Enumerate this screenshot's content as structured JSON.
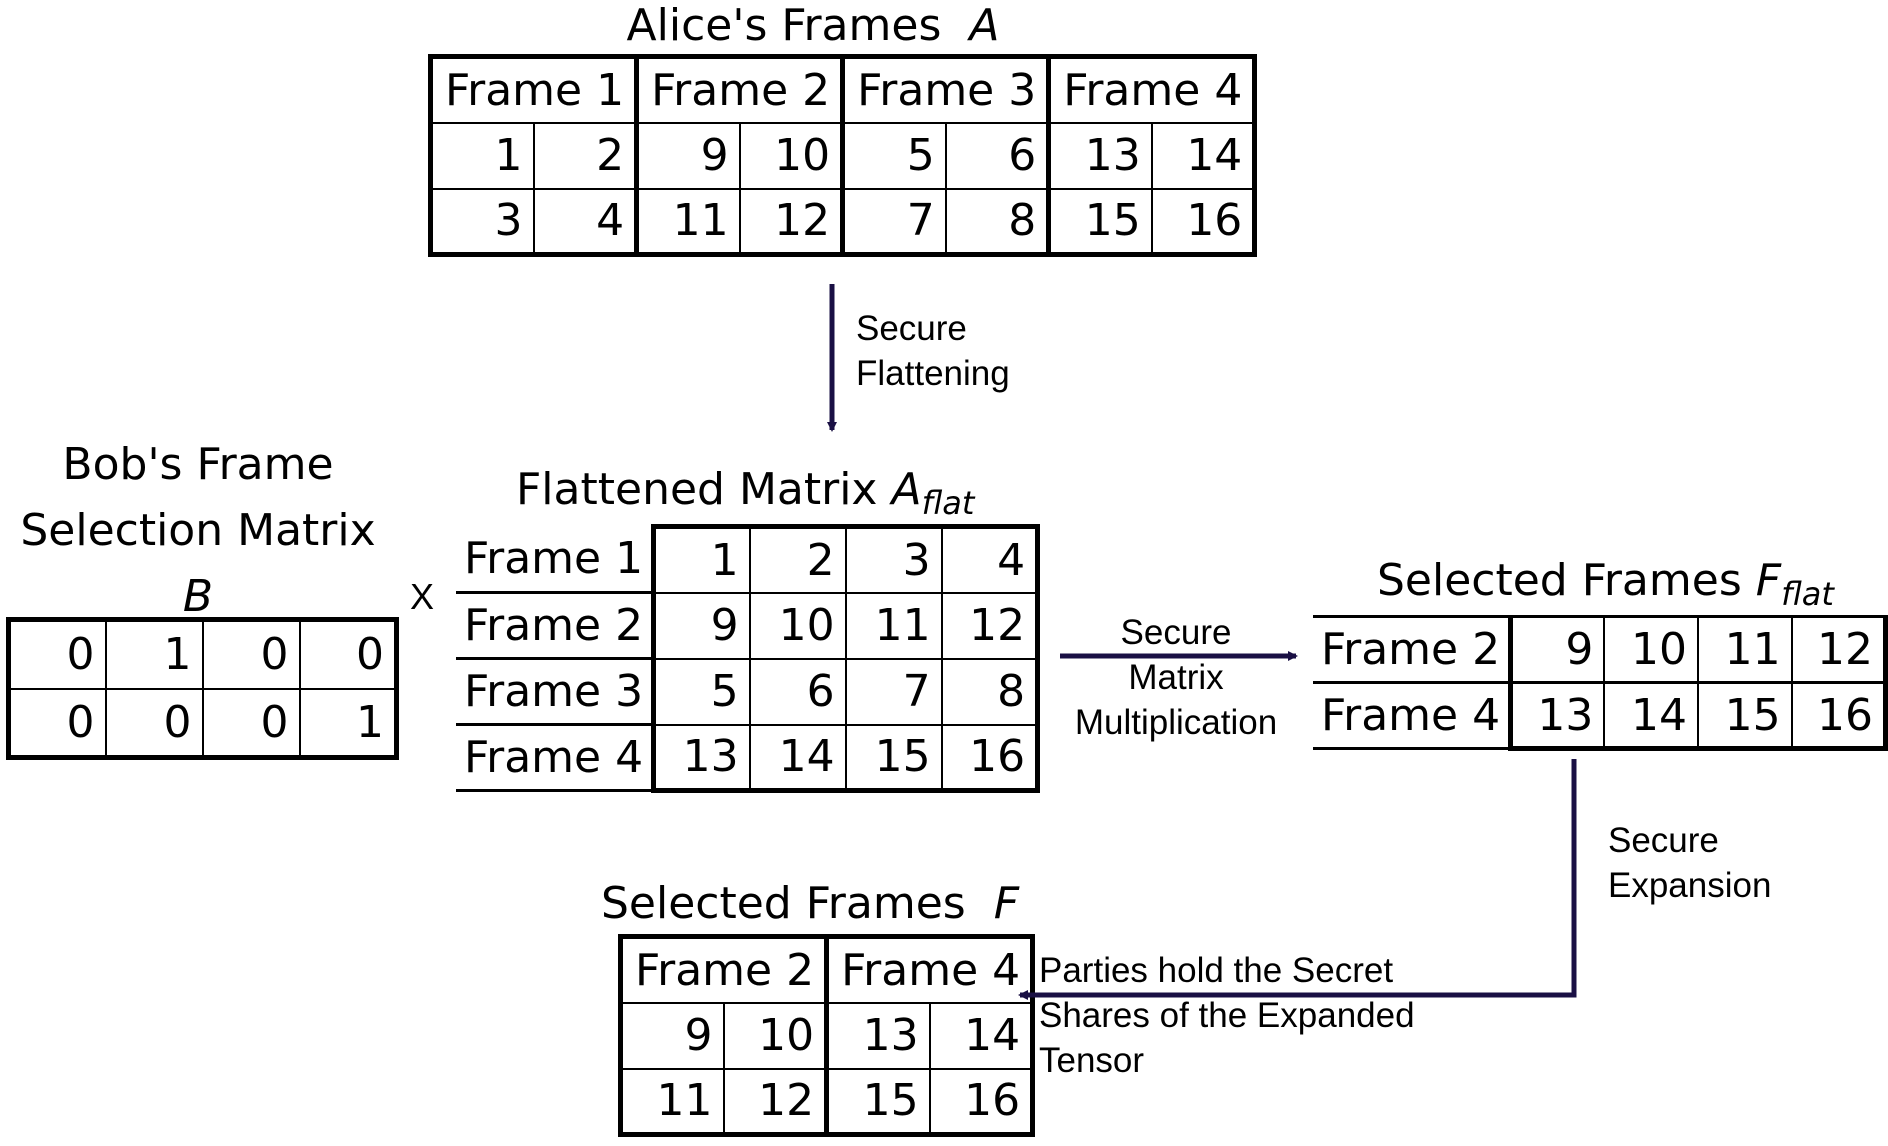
{
  "alice": {
    "title": "Alice's Frames",
    "symbol": "A",
    "headers": [
      "Frame 1",
      "Frame 2",
      "Frame 3",
      "Frame 4"
    ],
    "rows": [
      [
        "1",
        "2",
        "9",
        "10",
        "5",
        "6",
        "13",
        "14"
      ],
      [
        "3",
        "4",
        "11",
        "12",
        "7",
        "8",
        "15",
        "16"
      ]
    ]
  },
  "bob": {
    "title_line1": "Bob's Frame",
    "title_line2": "Selection Matrix",
    "symbol": "B",
    "rows": [
      [
        "0",
        "1",
        "0",
        "0"
      ],
      [
        "0",
        "0",
        "0",
        "1"
      ]
    ]
  },
  "multiply_symbol": "X",
  "flattened": {
    "title": "Flattened Matrix",
    "symbol": "A",
    "subscript": "flat",
    "row_labels": [
      "Frame 1",
      "Frame 2",
      "Frame 3",
      "Frame 4"
    ],
    "rows": [
      [
        "1",
        "2",
        "3",
        "4"
      ],
      [
        "9",
        "10",
        "11",
        "12"
      ],
      [
        "5",
        "6",
        "7",
        "8"
      ],
      [
        "13",
        "14",
        "15",
        "16"
      ]
    ]
  },
  "selected_flat": {
    "title": "Selected Frames",
    "symbol": "F",
    "subscript": "flat",
    "row_labels": [
      "Frame 2",
      "Frame 4"
    ],
    "rows": [
      [
        "9",
        "10",
        "11",
        "12"
      ],
      [
        "13",
        "14",
        "15",
        "16"
      ]
    ]
  },
  "selected": {
    "title": "Selected Frames",
    "symbol": "F",
    "headers": [
      "Frame 2",
      "Frame 4"
    ],
    "rows": [
      [
        "9",
        "10",
        "13",
        "14"
      ],
      [
        "11",
        "12",
        "15",
        "16"
      ]
    ]
  },
  "steps": {
    "flattening": "Secure\nFlattening",
    "multiplication": "Secure\nMatrix\nMultiplication",
    "expansion": "Secure\nExpansion",
    "shares": "Parties hold the Secret\nShares of the Expanded\nTensor"
  },
  "colors": {
    "arrow": "#1a1044",
    "ink": "#000000"
  }
}
